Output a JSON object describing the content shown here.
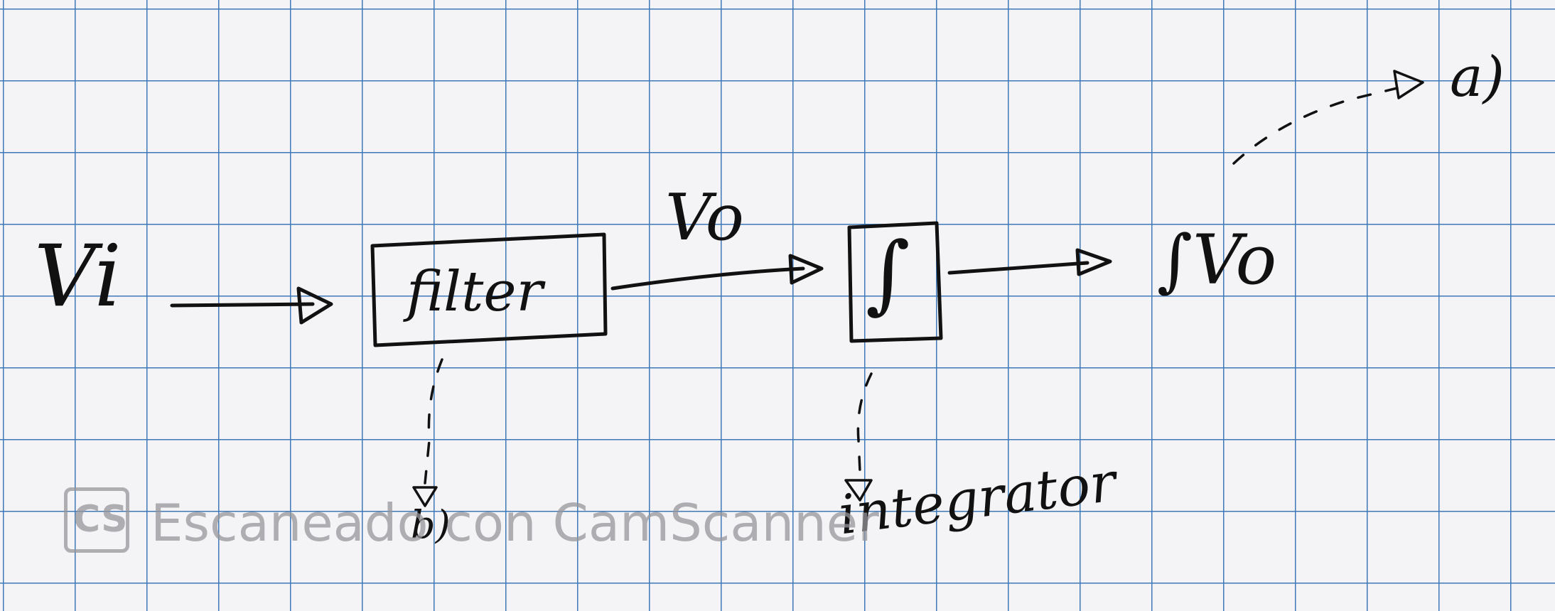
{
  "diagram": {
    "input_label": "Vi",
    "filter_label": "filter",
    "filter_output_label": "Vo",
    "integrator_symbol": "∫",
    "integrator_output_label": "∫Vo",
    "integrator_note": "integrator",
    "annotation_a": "a)",
    "annotation_b": "b)"
  },
  "watermark": {
    "logo_text": "CS",
    "text": "Escaneado con CamScanner"
  }
}
